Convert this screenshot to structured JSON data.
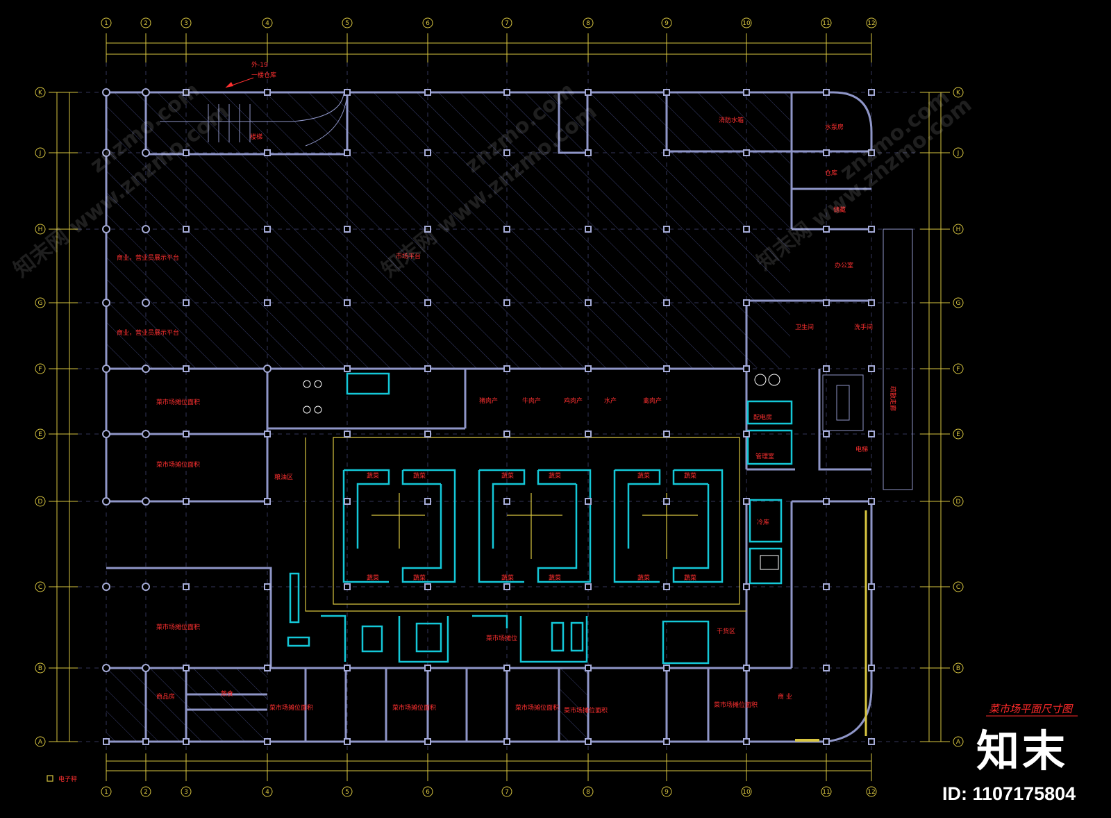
{
  "drawing": {
    "title": "菜市场平面尺寸图",
    "stair_note_line1": "外-19",
    "stair_note_line2": "一楼仓库",
    "legend_text": "电子秤"
  },
  "grid": {
    "columns": [
      "1",
      "2",
      "3",
      "4",
      "5",
      "6",
      "7",
      "8",
      "9",
      "10",
      "11",
      "12"
    ],
    "rows": [
      "K",
      "J",
      "H",
      "G",
      "F",
      "E",
      "D",
      "C",
      "B",
      "A"
    ]
  },
  "rooms": [
    {
      "id": "stair-top",
      "label": "楼梯"
    },
    {
      "id": "fire-pool",
      "label": "消防水箱"
    },
    {
      "id": "pump",
      "label": "水泵房"
    },
    {
      "id": "warehouse",
      "label": "仓库"
    },
    {
      "id": "storage",
      "label": "储藏"
    },
    {
      "id": "office",
      "label": "办公室"
    },
    {
      "id": "shops-upper",
      "label": "商业，营业员展示平台"
    },
    {
      "id": "shops-upper2",
      "label": "商业，营业员展示平台"
    },
    {
      "id": "open-floor",
      "label": "市场平台"
    },
    {
      "id": "toilet",
      "label": "卫生间"
    },
    {
      "id": "wash",
      "label": "洗手间"
    },
    {
      "id": "evac-corridor",
      "label": "疏散走廊"
    },
    {
      "id": "left-shop-1",
      "label": "菜市场摊位面积"
    },
    {
      "id": "left-shop-2",
      "label": "菜市场摊位面积"
    },
    {
      "id": "left-shop-3",
      "label": "菜市场摊位面积"
    },
    {
      "id": "pork",
      "label": "猪肉产"
    },
    {
      "id": "beef",
      "label": "牛肉产"
    },
    {
      "id": "chicken",
      "label": "鸡肉产"
    },
    {
      "id": "fish",
      "label": "水产"
    },
    {
      "id": "duck",
      "label": "禽肉产"
    },
    {
      "id": "shaftroom",
      "label": "配电房"
    },
    {
      "id": "lift",
      "label": "电梯"
    },
    {
      "id": "mgmt",
      "label": "管理室"
    },
    {
      "id": "cold",
      "label": "冷库"
    },
    {
      "id": "bottom-shop-1",
      "label": "菜市场摊位面积"
    },
    {
      "id": "bottom-shop-2",
      "label": "菜市场摊位面积"
    },
    {
      "id": "bottom-shop-3",
      "label": "菜市场摊位面积"
    },
    {
      "id": "bottom-shop-4",
      "label": "菜市场摊位面积"
    },
    {
      "id": "bottom-shop-5",
      "label": "菜市场摊位面积"
    },
    {
      "id": "bottom-corner",
      "label": "商 业"
    },
    {
      "id": "deli",
      "label": "熟食"
    },
    {
      "id": "shop-b2",
      "label": "商品房"
    },
    {
      "id": "shop-b3",
      "label": "菜市场摊位"
    },
    {
      "id": "dry-goods",
      "label": "干货区"
    },
    {
      "id": "shop-b4",
      "label": "粮油区"
    }
  ],
  "stall_labels": [
    "蔬菜",
    "蔬菜",
    "蔬菜",
    "蔬菜",
    "蔬菜",
    "蔬菜",
    "蔬菜",
    "蔬菜",
    "蔬菜",
    "蔬菜",
    "蔬菜",
    "蔬菜"
  ],
  "watermarks": [
    "znzmo.com",
    "知末网 www.znzmo.com",
    "知末网 www.znzmo.com",
    "znzmo.com",
    "知末网 www.znzmo.com",
    "znzmo.com"
  ],
  "branding": {
    "logo": "知末",
    "id_text": "ID: 1107175804"
  },
  "colors": {
    "background": "#000000",
    "wall": "#8f96c8",
    "axis": "#d9c640",
    "cyan": "#14c8d8",
    "label": "#ff3030",
    "hatch": "#3a3f6e",
    "column": "#a6acd8"
  }
}
